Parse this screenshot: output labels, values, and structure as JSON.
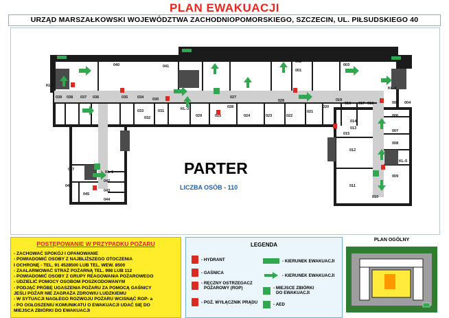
{
  "header": {
    "title": "PLAN  EWAKUACJI",
    "subtitle": "URZĄD  MARSZAŁKOWSKI  WOJEWÓDZTWA  ZACHODNIOPOMORSKIEGO,  SZCZECIN,  UL.  PIŁSUDSKIEGO 40"
  },
  "plan": {
    "floor_label": "PARTER",
    "occupancy": "LICZBA OSÓB - 110",
    "rooms": [
      "040",
      "041",
      "002",
      "003",
      "001",
      "039",
      "038",
      "037",
      "036",
      "035",
      "034",
      "033",
      "032",
      "031",
      "030",
      "029",
      "028",
      "027",
      "026",
      "025",
      "024",
      "023",
      "022",
      "021",
      "020",
      "019",
      "018",
      "017",
      "016",
      "015",
      "014",
      "013",
      "012",
      "011",
      "010",
      "009",
      "008",
      "007",
      "006",
      "005",
      "004",
      "047",
      "046",
      "045",
      "044",
      "043",
      "042",
      "KL-1",
      "KL-2",
      "KL-3",
      "KL-4",
      "KL-5"
    ],
    "colors": {
      "walls": "#1b1b1b",
      "corridor": "#c9c9c9",
      "stairs": "#4b4b4b",
      "exit_arrow": "#2fa84f",
      "fire_equipment": "#d92b22"
    }
  },
  "procedures": {
    "title": "POSTĘPOWANIE  W  PRZYPADKU  POŻARU",
    "items": [
      "- ZACHOWAĆ  SPOKÓJ  I  OPANOWANIE",
      "- POWIADOMIĆ OSOBY Z  NAJBLIŻSZEGO  OTOCZENIA",
      "   I  OCHRONĘ - TEL. 91 4528500 LUB TEL. WEW. 8500",
      "- ZAALARMOWAĆ STRAŻ POŻARNĄ TEL. 998 LUB 112",
      "- POWIADOMIĆ  OSOBY  Z  GRUPY  REAGOWANIA  POŻAROWEGO",
      "- UDZIELIĆ POMOCY OSOBOM  POSZKODOWANYM",
      "- PODJĄĆ PRÓBĘ UGASZENIA  POŻARU ZA POMOCĄ GAŚNICY",
      "   JEŚLI  POŻAR  NIE ZAGRAŻA ZDROWIU LUDZKIEMU",
      "- W SYTUACJI  NAGŁEGO ROZWOJU POŻARU  WCISNĄĆ  ROP- a",
      "- PO OGŁOSZENIU KOMUNIKATU O  EWAKUACJI UDAĆ SIĘ DO",
      "  MIEJSCA ZBIÓRKI DO EWAKUACJI"
    ]
  },
  "legend": {
    "title": "LEGENDA",
    "items": [
      {
        "icon": "hydrant-icon",
        "label": "- HYDRANT"
      },
      {
        "icon": "extinguisher-icon",
        "label": "- GAŚNICA"
      },
      {
        "icon": "manual-call-point-icon",
        "label": "- RĘCZNY OSTRZEGACZ",
        "label2": "POŻAROWY (ROP)"
      },
      {
        "icon": "fire-power-switch-icon",
        "label": "- POŻ. WYŁĄCZNIK PRĄDU"
      },
      {
        "icon": "evacuation-direction-icon",
        "label": "- KIERUNEK EWAKUACJI"
      },
      {
        "icon": "evacuation-direction-arrow-icon",
        "label": "- KIERUNEK EWAKUACJI"
      },
      {
        "icon": "assembly-point-icon",
        "label": "- MIEJSCE ZBIÓRKI",
        "label2": "DO EWAKUACJI"
      },
      {
        "icon": "aed-icon",
        "label": "- AED"
      }
    ]
  },
  "plan_ogolny": {
    "title": "PLAN  OGÓLNY"
  }
}
